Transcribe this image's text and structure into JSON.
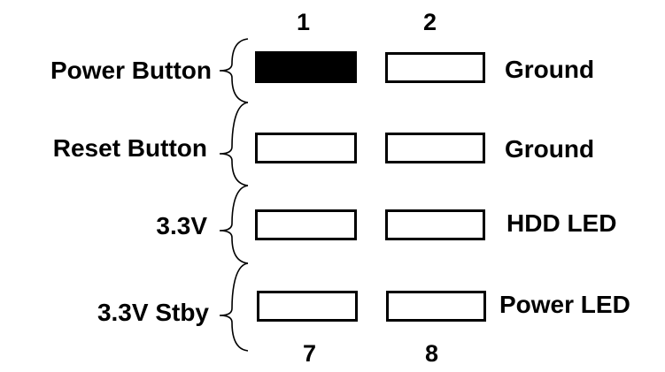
{
  "header": {
    "col_left_number": "1",
    "col_right_number": "2"
  },
  "footer": {
    "col_left_number": "7",
    "col_right_number": "8"
  },
  "rows": [
    {
      "left_label": "Power Button",
      "right_label": "Ground",
      "pin_left_filled": true
    },
    {
      "left_label": "Reset Button",
      "right_label": "Ground",
      "pin_left_filled": false
    },
    {
      "left_label": "3.3V",
      "right_label": "HDD LED",
      "pin_left_filled": false
    },
    {
      "left_label": "3.3V Stby",
      "right_label": "Power LED",
      "pin_left_filled": false
    }
  ],
  "colors": {
    "foreground": "#000000",
    "background": "#ffffff"
  }
}
